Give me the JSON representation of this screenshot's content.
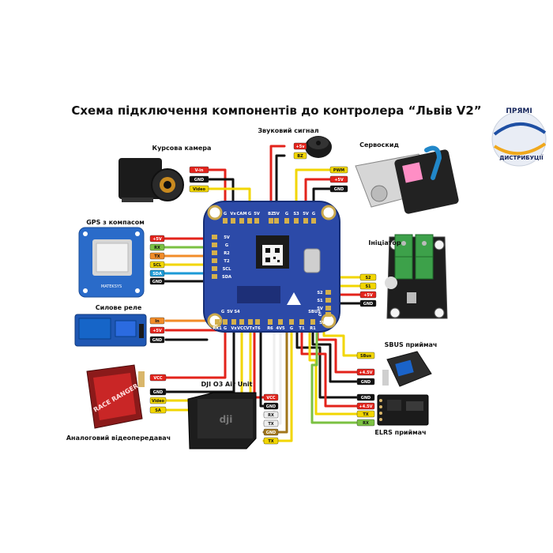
{
  "title": "Схема підключення компонентів до контролера “Львів V2”",
  "logo": {
    "line1": "ПРЯМІ",
    "line2": "ДИСТРИБУЦІЇ"
  },
  "components": {
    "camera": "Курсова камера",
    "buzzer": "Звуковий сигнал",
    "servo": "Сервоскид",
    "gps": "GPS з компасом",
    "gps_brand": "MATEKSYS",
    "relay": "Силове реле",
    "initiator": "Ініціатор",
    "sbus": "SBUS приймач",
    "dji": "DJI O3 Air Unit",
    "vtx": "Аналоговий відеопередавач",
    "vtx_brand": "RACE RANGER",
    "elrs": "ELRS приймач"
  },
  "wires": {
    "camera": [
      "V-in",
      "GND",
      "Video"
    ],
    "buzzer": [
      "+5v",
      "BZ"
    ],
    "servo": [
      "PWM",
      "+5V",
      "GND"
    ],
    "gps": [
      "+5V",
      "RX",
      "TX",
      "SCL",
      "SDA",
      "GND"
    ],
    "relay": [
      "In",
      "+5V",
      "GND"
    ],
    "initiator": [
      "S2",
      "S1",
      "+5V",
      "GND"
    ],
    "sbus": [
      "SBus",
      "+4.5V",
      "GND"
    ],
    "vtx": [
      "VCC",
      "GND",
      "Video",
      "SA"
    ],
    "dji": [
      "VCC",
      "GND",
      "RX",
      "TX",
      "GND",
      "TX"
    ],
    "elrs": [
      "GND",
      "+4.5V",
      "TX",
      "RX"
    ]
  },
  "board_pins": {
    "top": [
      "G",
      "Vx",
      "CAM",
      "G",
      "5V",
      "BZ",
      "5V",
      "G",
      "S3",
      "5V",
      "G"
    ],
    "bottom": [
      "RX1",
      "G",
      "Vx",
      "VCC",
      "VTx",
      "T6",
      "R6",
      "4V5",
      "G",
      "T1",
      "R1"
    ],
    "left": [
      "5V",
      "G",
      "R2",
      "T2",
      "SCL",
      "SDA"
    ],
    "right": [
      "S2",
      "S1",
      "5V",
      "G"
    ],
    "bottom_left": [
      "G",
      "5V",
      "S4"
    ],
    "bottom_right": [
      "SBUS"
    ],
    "right_lower": [
      "5V",
      "G"
    ]
  },
  "colors": {
    "red": "#e3231b",
    "black": "#111111",
    "yellow": "#f2d600",
    "green": "#7bc142",
    "orange": "#f28c28",
    "blue": "#1c9ad6",
    "white": "#eeeeee",
    "brown": "#a2761b",
    "board": "#2c4aa8"
  }
}
